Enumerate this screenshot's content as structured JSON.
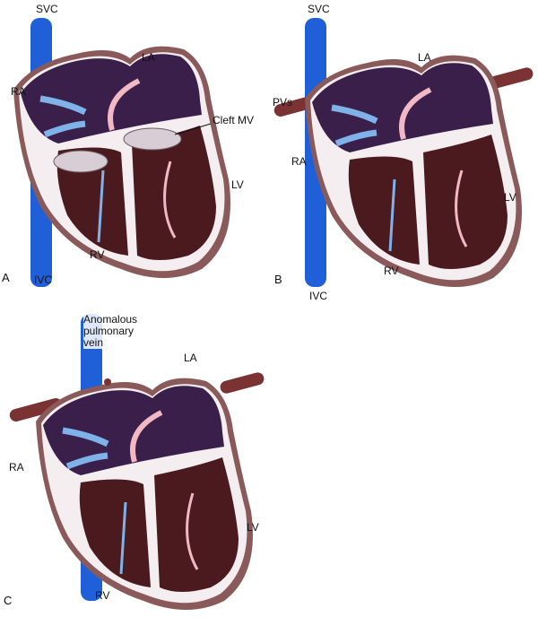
{
  "colors": {
    "vein": "#1f5fd8",
    "myocardium": "#8a5a5a",
    "atrium": "#3a1f4a",
    "ventricle": "#4a1a1e",
    "oxygenated_arrow": "#f2b8c4",
    "deoxygenated_arrow": "#7fb2e8"
  },
  "panel_a": {
    "letter": "A",
    "svc": "SVC",
    "ivc": "IVC",
    "la": "LA",
    "ra": "RA",
    "lv": "LV",
    "rv": "RV",
    "cleft": "Cleft MV"
  },
  "panel_b": {
    "letter": "B",
    "svc": "SVC",
    "ivc": "IVC",
    "la": "LA",
    "ra": "RA",
    "lv": "LV",
    "rv": "RV",
    "pvs": "PVs"
  },
  "panel_c": {
    "letter": "C",
    "la": "LA",
    "ra": "RA",
    "lv": "LV",
    "rv": "RV",
    "anomalous": [
      "Anomalous",
      "pulmonary",
      "vein"
    ]
  }
}
